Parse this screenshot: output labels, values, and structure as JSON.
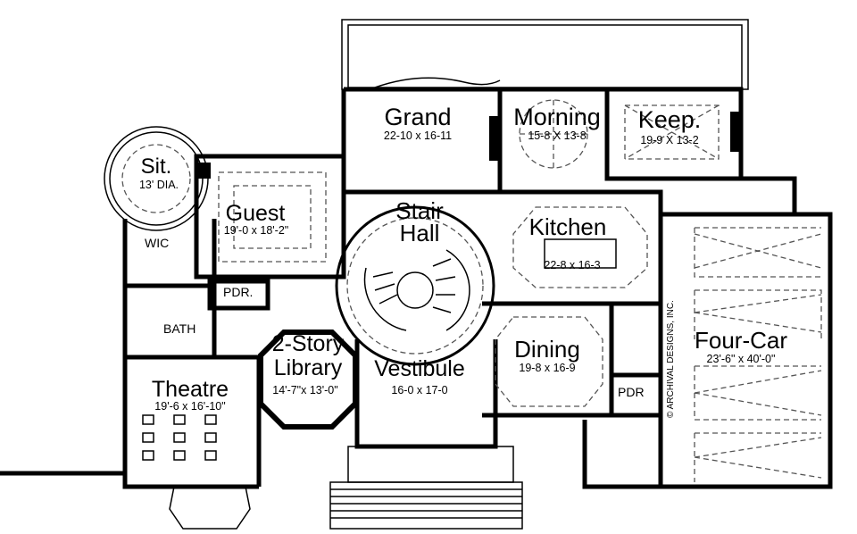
{
  "rooms": {
    "grand": {
      "name": "Grand",
      "dims": "22-10 x 16-11"
    },
    "morning": {
      "name": "Morning",
      "dims": "15-8 X 13-8"
    },
    "keep": {
      "name": "Keep.",
      "dims": "19-9  X 13-2"
    },
    "sit": {
      "name": "Sit.",
      "dims": "13' DIA."
    },
    "guest": {
      "name": "Guest",
      "dims": "19'-0 x 18'-2\""
    },
    "stair_hall": {
      "name_line1": "Stair",
      "name_line2": "Hall"
    },
    "kitchen": {
      "name": "Kitchen",
      "dims": "22-8 x 16-3"
    },
    "wic": {
      "name": "WIC"
    },
    "pdr_left": {
      "name": "PDR."
    },
    "bath": {
      "name": "BATH"
    },
    "library": {
      "name_line1": "2-Story",
      "name_line2": "Library",
      "dims": "14'-7\"x 13'-0\""
    },
    "vestibule": {
      "name": "Vestibule",
      "dims": "16-0 x 17-0"
    },
    "dining": {
      "name": "Dining",
      "dims": "19-8 x 16-9"
    },
    "four_car": {
      "name": "Four-Car",
      "dims": "23'-6\" x 40'-0\""
    },
    "theatre": {
      "name": "Theatre",
      "dims": "19'-6 x 16'-10\""
    },
    "pdr_right": {
      "name": "PDR"
    }
  },
  "copyright": "© ARCHIVAL DESIGNS, INC."
}
